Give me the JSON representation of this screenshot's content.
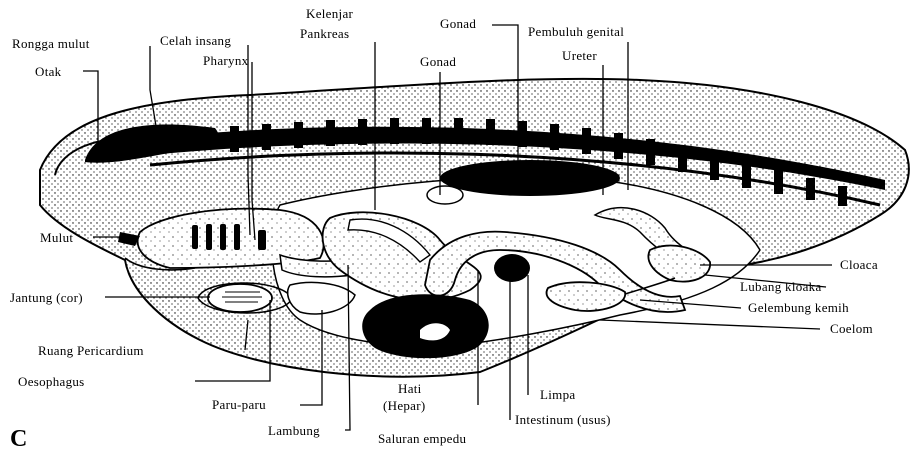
{
  "figure": {
    "panel_letter": "C",
    "labels": {
      "rongga_mulut": "Rongga mulut",
      "celah_insang": "Celah insang",
      "kelenjar_pankreas_1": "Kelenjar",
      "kelenjar_pankreas_2": "Pankreas",
      "gonad_top": "Gonad",
      "pembuluh_genital": "Pembuluh genital",
      "ureter": "Ureter",
      "gonad_mid": "Gonad",
      "otak": "Otak",
      "pharynx": "Pharynx",
      "mulut": "Mulut",
      "jantung": "Jantung (cor)",
      "ruang_pericardium": "Ruang Pericardium",
      "oesophagus": "Oesophagus",
      "paru_paru": "Paru-paru",
      "lambung": "Lambung",
      "hati_1": "Hati",
      "hati_2": "(Hepar)",
      "saluran_empedu": "Saluran empedu",
      "limpa": "Limpa",
      "intestinum": "Intestinum (usus)",
      "cloaca": "Cloaca",
      "lubang_kloaka": "Lubang kloaka",
      "gelembung_kemih": "Gelembung kemih",
      "coelom": "Coelom"
    }
  }
}
